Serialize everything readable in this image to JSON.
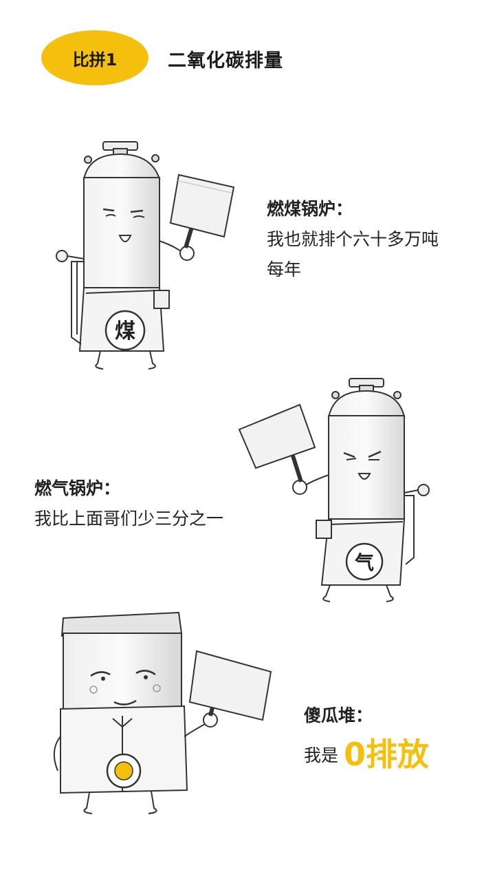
{
  "header": {
    "badge_label": "比拼1",
    "title": "二氧化碳排量"
  },
  "characters": [
    {
      "id": "coal",
      "emblem_char": "煤",
      "speaker": "燃煤锅炉：",
      "lines": [
        "我也就排个六十多万吨",
        "每年"
      ]
    },
    {
      "id": "gas",
      "emblem_char": "气",
      "speaker": "燃气锅炉：",
      "lines": [
        "我比上面哥们少三分之一"
      ]
    },
    {
      "id": "fool",
      "speaker": "傻瓜堆：",
      "line_prefix": "我是",
      "line_highlight": "0排放"
    }
  ],
  "colors": {
    "accent": "#f5bf0e",
    "ink": "#222222",
    "body_gray": "#e6e6e6"
  }
}
